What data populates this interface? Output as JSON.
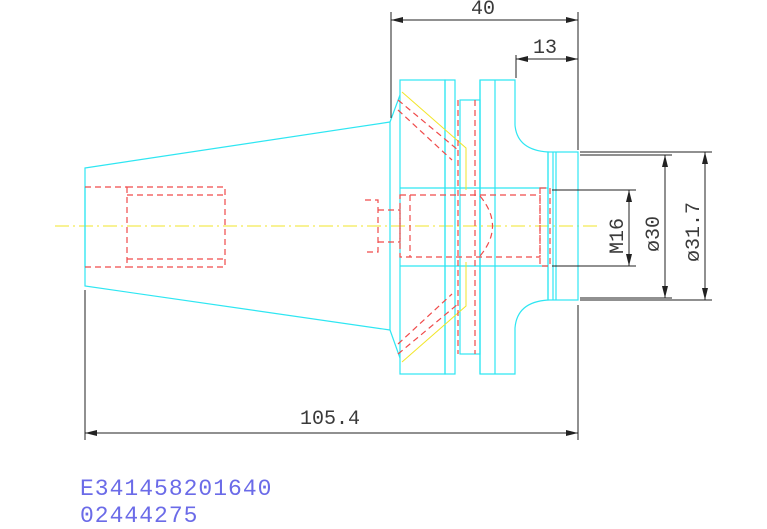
{
  "dimensions": {
    "overall_length": "105.4",
    "flange_width": "40",
    "face_offset": "13",
    "thread": "M16",
    "bore_diameter": "ø30",
    "outer_diameter": "ø31.7"
  },
  "codes": {
    "line1": "E341458201640",
    "line2": "02444275"
  },
  "colors": {
    "outline": "#2ee6f2",
    "hidden": "#f04a4a",
    "center": "#f2e629",
    "dimension": "#222222",
    "code_text": "#6b6be8"
  }
}
